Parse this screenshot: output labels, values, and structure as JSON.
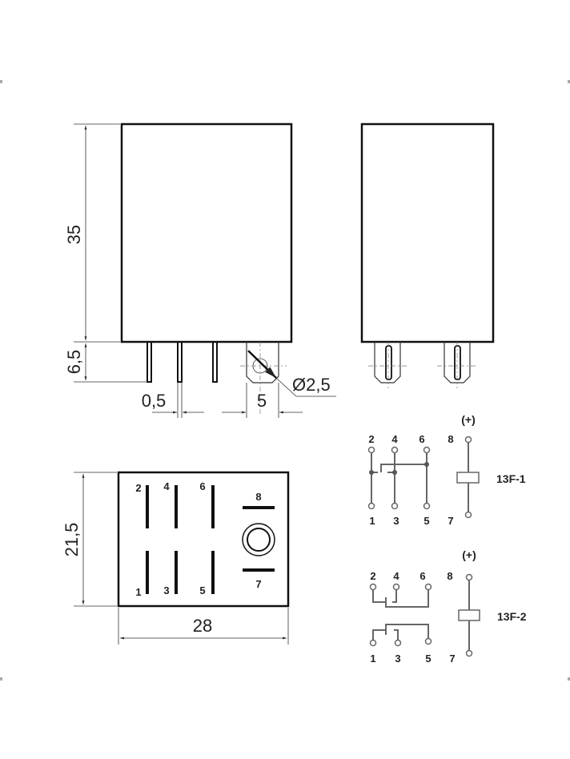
{
  "front_view": {
    "height_label": "35",
    "pin_length_label": "6,5",
    "pin_width_label": "0,5",
    "pitch_label": "5",
    "hole_label": "Ø2,5"
  },
  "bottom_view": {
    "height_label": "21,5",
    "width_label": "28",
    "pins_top": [
      "2",
      "4",
      "6"
    ],
    "pins_bottom": [
      "1",
      "3",
      "5"
    ],
    "coil_top": "8",
    "coil_bottom": "7"
  },
  "schematics": [
    {
      "model": "13F-1",
      "polarity": "(+)",
      "top_pins": [
        "2",
        "4",
        "6",
        "8"
      ],
      "bottom_pins": [
        "1",
        "3",
        "5",
        "7"
      ]
    },
    {
      "model": "13F-2",
      "polarity": "(+)",
      "top_pins": [
        "2",
        "4",
        "6",
        "8"
      ],
      "bottom_pins": [
        "1",
        "3",
        "5",
        "7"
      ]
    }
  ]
}
